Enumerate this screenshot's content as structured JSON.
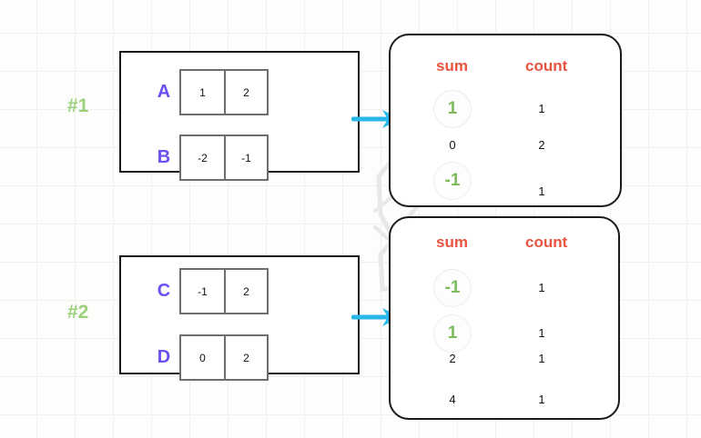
{
  "diagram": {
    "title": "Group sum/count aggregation diagram",
    "colors": {
      "group_label": "#9ad179",
      "row_letter": "#6b4ff0",
      "header": "#e8543f",
      "highlight_value": "#7dbb5a",
      "arrow": "#29b6e8",
      "connector": "#e6e6e6",
      "box_border": "#1a1a1a",
      "cell_border": "#6e6e6e",
      "grid": "#f0f0ee",
      "background": "#fdfdfc"
    },
    "groups": [
      {
        "label": "#1",
        "rows": [
          {
            "letter": "A",
            "cells": [
              "1",
              "2"
            ]
          },
          {
            "letter": "B",
            "cells": [
              "-2",
              "-1"
            ]
          }
        ],
        "aggregate": {
          "headers": {
            "sum": "sum",
            "count": "count"
          },
          "rows": [
            {
              "sum": "1",
              "count": "1",
              "highlight": true
            },
            {
              "sum": "0",
              "count": "2",
              "highlight": false
            },
            {
              "sum": "-1",
              "count": "1",
              "highlight": true
            }
          ]
        }
      },
      {
        "label": "#2",
        "rows": [
          {
            "letter": "C",
            "cells": [
              "-1",
              "2"
            ]
          },
          {
            "letter": "D",
            "cells": [
              "0",
              "2"
            ]
          }
        ],
        "aggregate": {
          "headers": {
            "sum": "sum",
            "count": "count"
          },
          "rows": [
            {
              "sum": "-1",
              "count": "1",
              "highlight": true
            },
            {
              "sum": "1",
              "count": "1",
              "highlight": true
            },
            {
              "sum": "2",
              "count": "1",
              "highlight": false
            },
            {
              "sum": "4",
              "count": "1",
              "highlight": false
            }
          ]
        }
      }
    ],
    "arrows": [
      {
        "name": "arrow-group-1",
        "direction": "right"
      },
      {
        "name": "arrow-group-2",
        "direction": "right"
      }
    ],
    "connectors": [
      {
        "from": "group1-sum-1",
        "to": "group2-sum-1"
      },
      {
        "from": "group1-sum-minus1",
        "to": "group2-sum-minus1"
      }
    ]
  }
}
